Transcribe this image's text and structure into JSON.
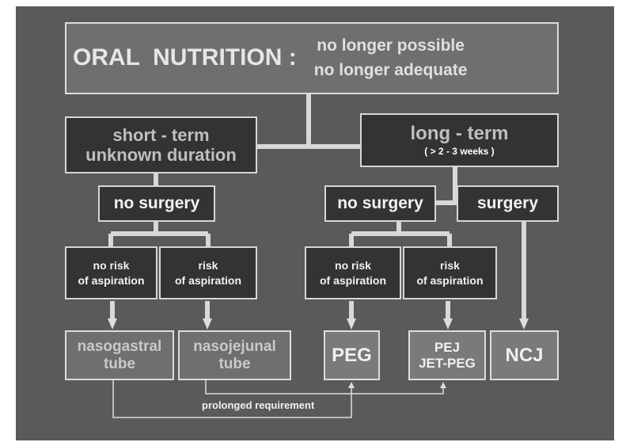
{
  "header": {
    "title": "ORAL  NUTRITION :",
    "condition_1": "no longer possible",
    "condition_2": "no longer adequate"
  },
  "short_term": {
    "line_1": "short - term",
    "line_2": "unknown duration"
  },
  "long_term": {
    "line_1": "long - term",
    "line_2": "( > 2 - 3 weeks )"
  },
  "branches": {
    "no_surgery_short": "no surgery",
    "no_surgery_long": "no surgery",
    "surgery": "surgery"
  },
  "risk_boxes": {
    "no_risk_short": {
      "line_1": "no risk",
      "line_2": "of aspiration"
    },
    "risk_short": {
      "line_1": "risk",
      "line_2": "of aspiration"
    },
    "no_risk_long": {
      "line_1": "no risk",
      "line_2": "of aspiration"
    },
    "risk_long": {
      "line_1": "risk",
      "line_2": "of aspiration"
    }
  },
  "outcomes": {
    "nasogastral": {
      "line_1": "nasogastral",
      "line_2": "tube"
    },
    "nasojejunal": {
      "line_1": "nasojejunal",
      "line_2": "tube"
    },
    "peg": "PEG",
    "pej": {
      "line_1": "PEJ",
      "line_2": "JET-PEG"
    },
    "ncj": "NCJ"
  },
  "prolonged_label": "prolonged requirement"
}
